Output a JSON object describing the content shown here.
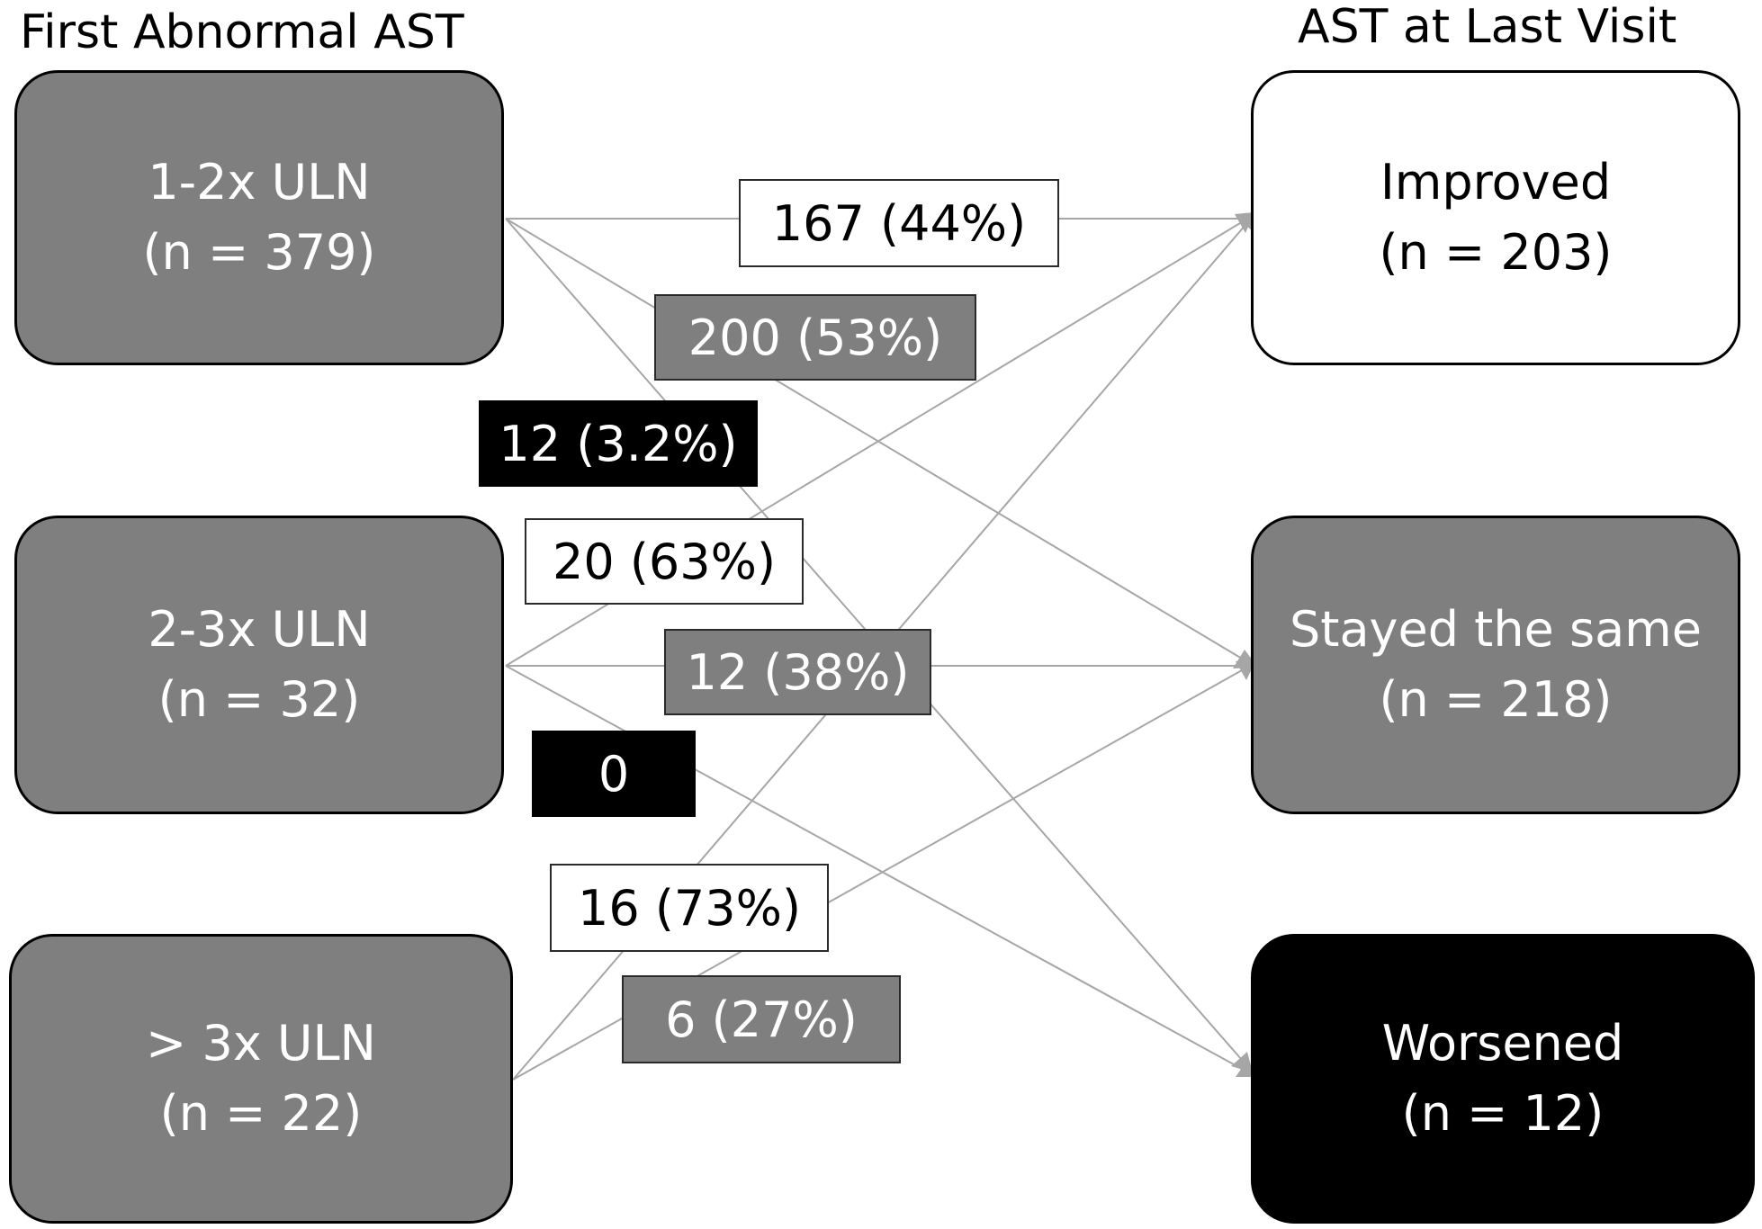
{
  "headers": {
    "left": "First Abnormal AST",
    "right": "AST at Last Visit"
  },
  "colors": {
    "gray": "#7f7f7f",
    "white": "#ffffff",
    "black": "#000000",
    "edge": "#a6a6a6"
  },
  "sources": [
    {
      "id": "s1",
      "title": "1-2x ULN",
      "count": "(n = 379)",
      "style": "gray"
    },
    {
      "id": "s2",
      "title": "2-3x ULN",
      "count": "(n = 32)",
      "style": "gray"
    },
    {
      "id": "s3",
      "title": "> 3x ULN",
      "count": "(n = 22)",
      "style": "gray"
    }
  ],
  "targets": [
    {
      "id": "t1",
      "title": "Improved",
      "count": "(n = 203)",
      "style": "white"
    },
    {
      "id": "t2",
      "title": "Stayed the same",
      "count": "(n = 218)",
      "style": "gray"
    },
    {
      "id": "t3",
      "title": "Worsened",
      "count": "(n = 12)",
      "style": "black"
    }
  ],
  "flows": [
    {
      "from": "s1",
      "to": "t1",
      "label": "167 (44%)",
      "style": "white"
    },
    {
      "from": "s1",
      "to": "t2",
      "label": "200 (53%)",
      "style": "gray"
    },
    {
      "from": "s1",
      "to": "t3",
      "label": "12 (3.2%)",
      "style": "black"
    },
    {
      "from": "s2",
      "to": "t1",
      "label": "20 (63%)",
      "style": "white"
    },
    {
      "from": "s2",
      "to": "t2",
      "label": "12 (38%)",
      "style": "gray"
    },
    {
      "from": "s2",
      "to": "t3",
      "label": "0",
      "style": "black"
    },
    {
      "from": "s3",
      "to": "t1",
      "label": "16 (73%)",
      "style": "white"
    },
    {
      "from": "s3",
      "to": "t2",
      "label": "6 (27%)",
      "style": "gray"
    }
  ]
}
